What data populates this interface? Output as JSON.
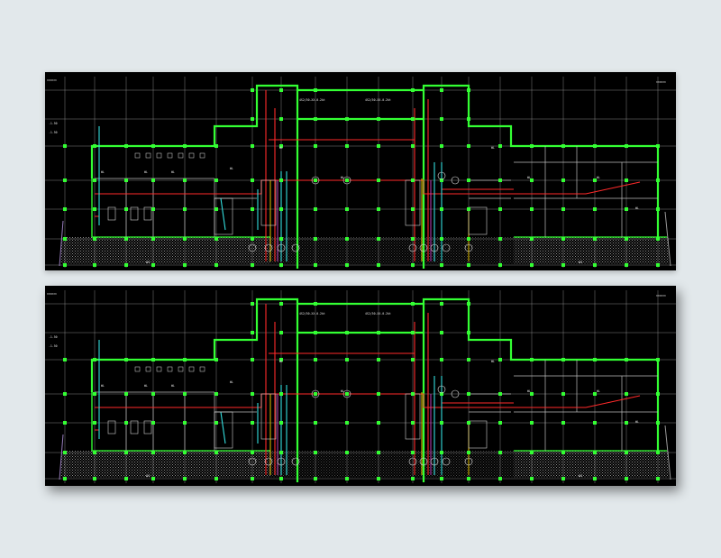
{
  "drawings": [
    {
      "id": "sheet-1",
      "level_marks": [
        {
          "label": "-1.50",
          "note": "",
          "side": "left"
        },
        {
          "label": "-1.50",
          "note": "",
          "side": "left"
        }
      ],
      "dimension_left": "000000",
      "dimension_right": "000000",
      "notes_center": [
        "4S2/50-XX-0.2kt",
        "4S2/50-XX-0.2kt"
      ],
      "room_labels": [
        "WL",
        "WL",
        "WL",
        "WL",
        "WL",
        "WL",
        "WL",
        "WL",
        "WL",
        "WL"
      ],
      "bottom_labels": [
        "A1",
        "A1"
      ]
    },
    {
      "id": "sheet-2",
      "level_marks": [
        {
          "label": "-1.50",
          "note": "",
          "side": "left"
        },
        {
          "label": "-1.50",
          "note": "",
          "side": "left"
        }
      ],
      "dimension_left": "000000",
      "dimension_right": "000000",
      "notes_center": [
        "4S2/50-XX-0.2kt",
        "4S2/50-XX-0.2kt"
      ],
      "room_labels": [
        "WL",
        "WL",
        "WL",
        "WL",
        "WL",
        "WL",
        "WL",
        "WL",
        "WL",
        "WL"
      ],
      "bottom_labels": [
        "A1",
        "A1"
      ]
    }
  ],
  "colors": {
    "background": "#000000",
    "wall": "#33ff33",
    "column": "#33ff33",
    "grid": "#d9d9d9",
    "pipe_red": "#ff2a2a",
    "pipe_cyan": "#33dddd",
    "pipe_yellow": "#ffd400",
    "pipe_magenta": "#cc44cc",
    "hatch": "#8c8c8c",
    "page_bg": "#e2e8eb"
  }
}
